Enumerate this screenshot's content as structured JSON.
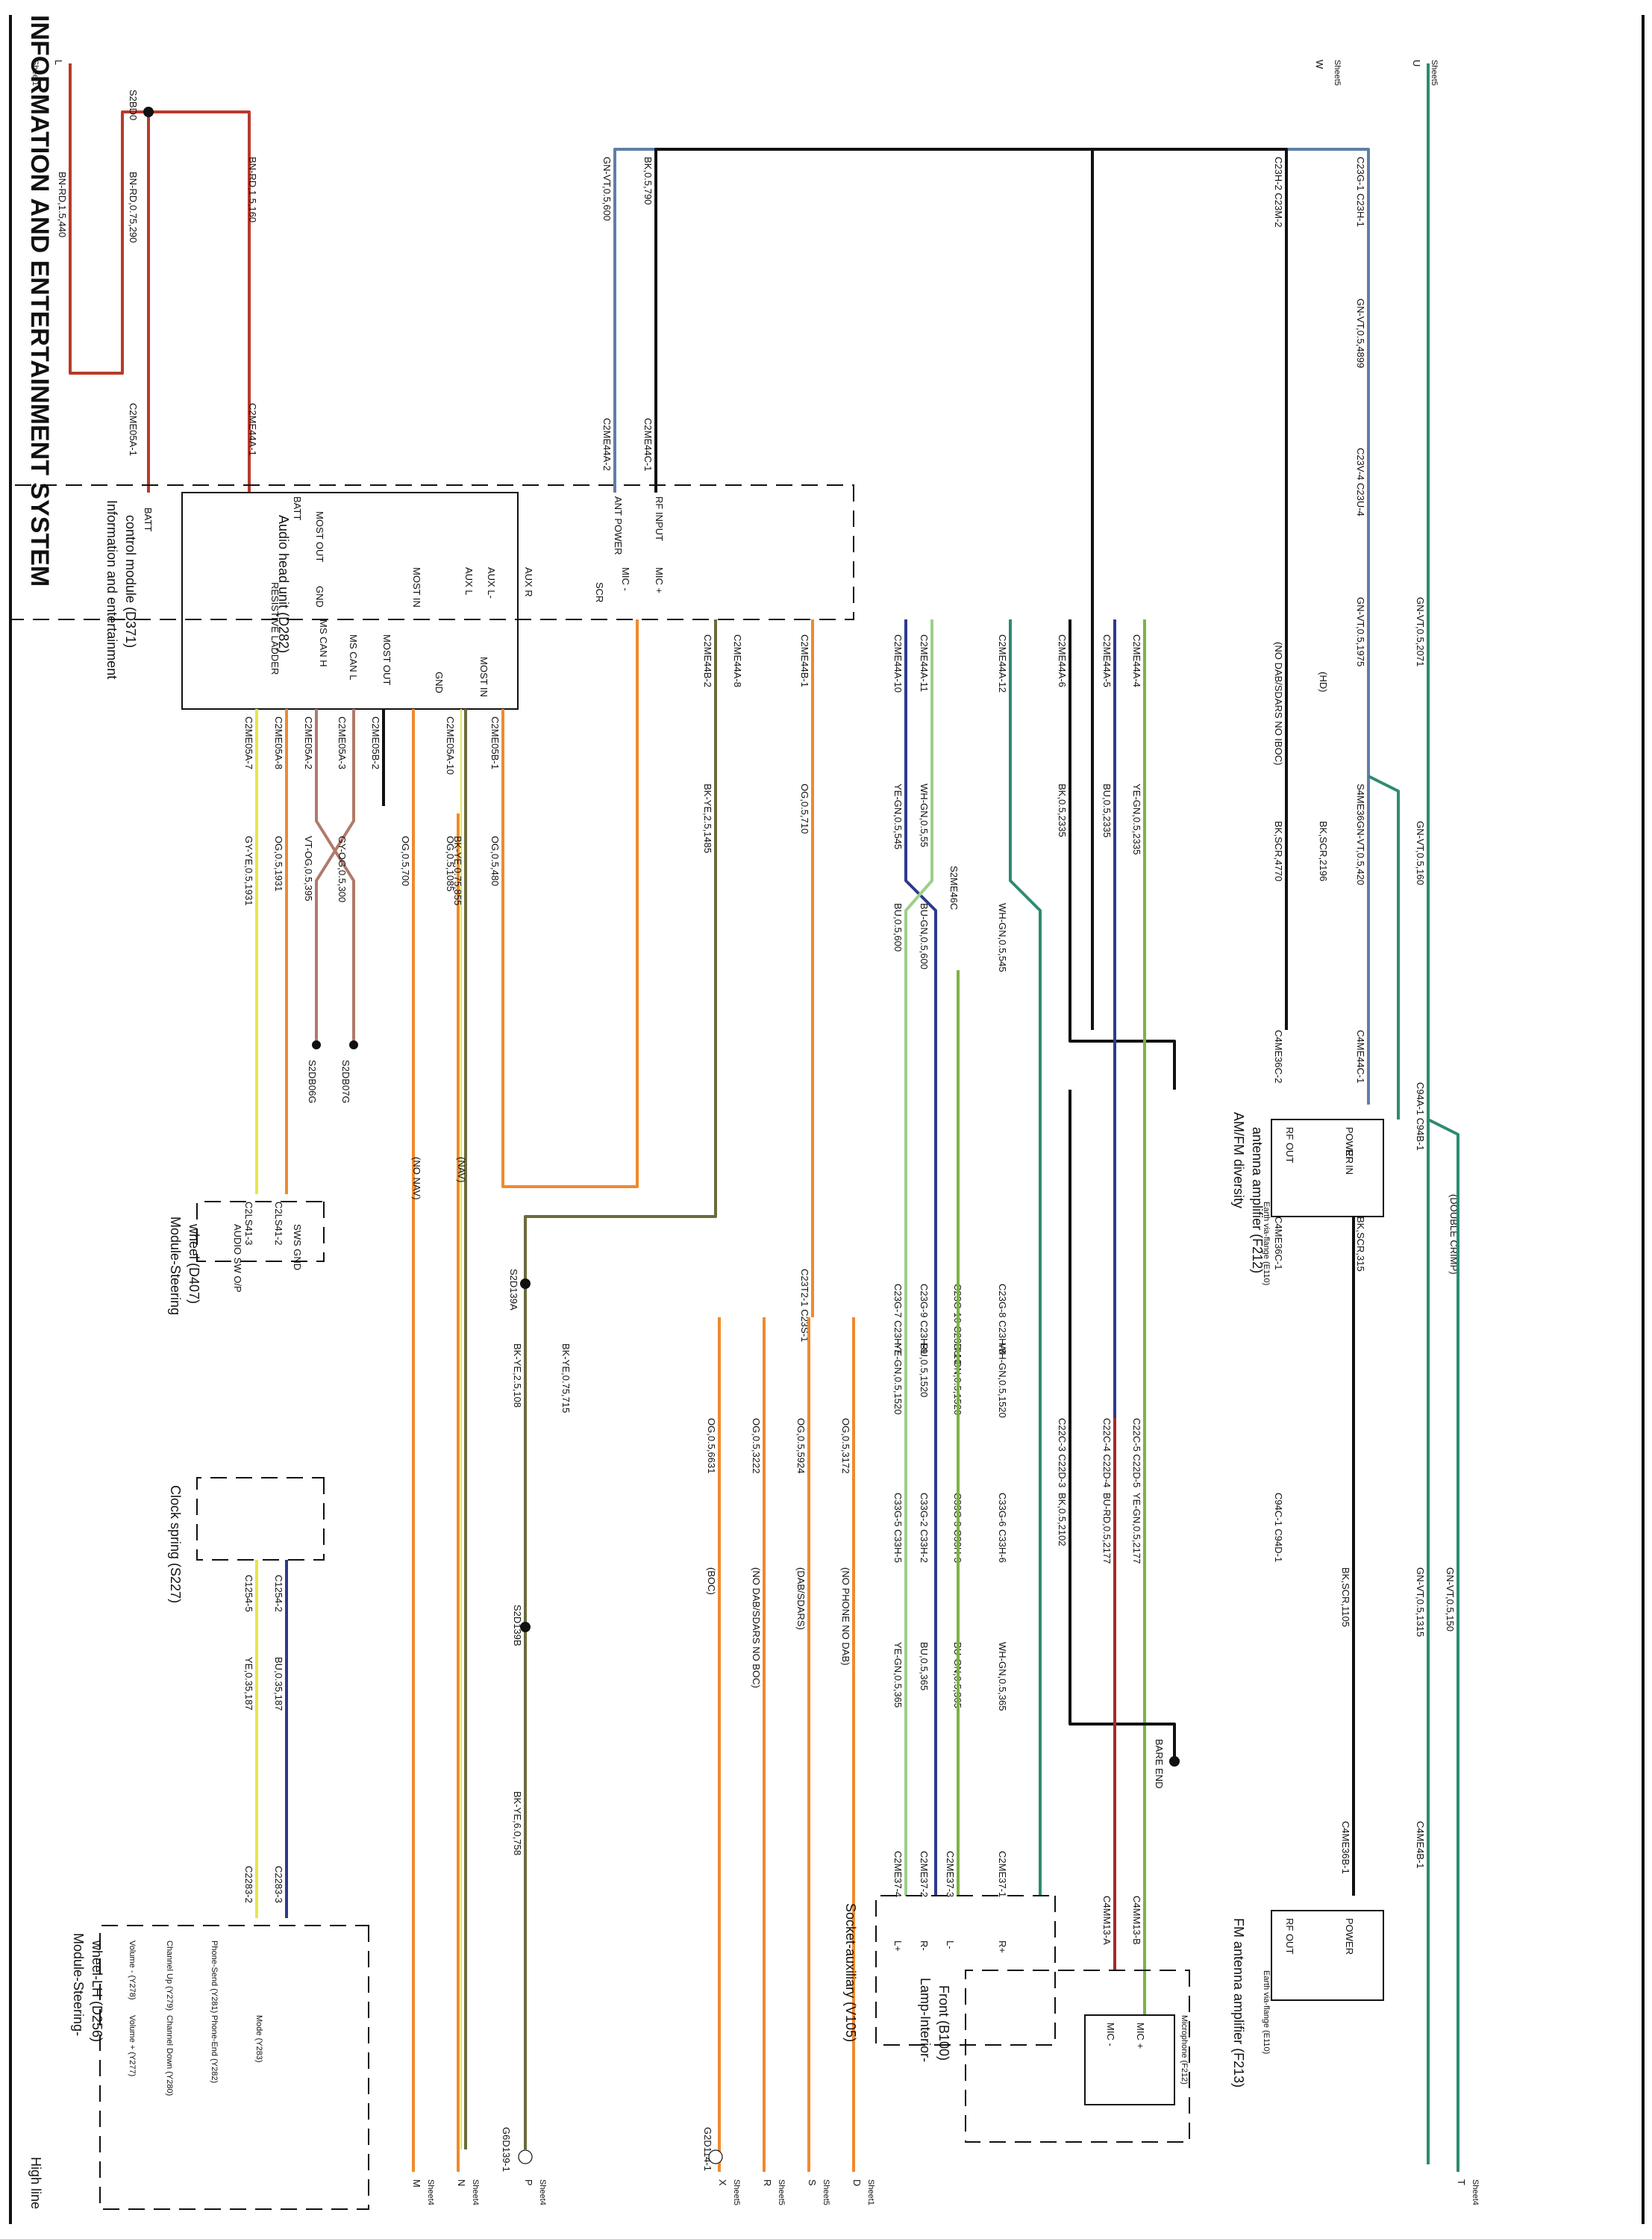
{
  "header": {
    "title": "INFORMATION AND ENTERTAINMENT SYSTEM",
    "variant": "High line"
  },
  "colors": {
    "red": "#b83a2c",
    "orange": "#ef8a2e",
    "yellow": "#e6e64a",
    "black": "#111111",
    "blue": "#2d3a8c",
    "green": "#7cb342",
    "teal": "#2e8b72",
    "lightgreen": "#9ccf8a",
    "brown": "#b07a6a",
    "greyblue": "#5f7fa5",
    "darkred": "#a52a2a"
  },
  "sheet_refs": {
    "L": "L",
    "L_sheet": "Sheet1",
    "W": "W",
    "W_sheet": "Sheet5",
    "U": "U",
    "U_sheet": "Sheet5",
    "M": "M",
    "M_sheet": "Sheet4",
    "N": "N",
    "N_sheet": "Sheet4",
    "P": "P",
    "P_sheet": "Sheet4",
    "X": "X",
    "X_sheet": "Sheet5",
    "R": "R",
    "R_sheet": "Sheet5",
    "S": "S",
    "S_sheet": "Sheet5",
    "D": "D",
    "D_sheet": "Sheet1",
    "T": "T",
    "T_sheet": "Sheet4"
  },
  "components": {
    "d371_title1": "Information and entertainment",
    "d371_title2": "control module (D371)",
    "d371_batt": "BATT",
    "d371_ladder": "RESISTIVE LADDER",
    "d371_mscanh": "MS CAN H",
    "d371_mscanl": "MS CAN L",
    "d371_mostout": "MOST OUT",
    "d371_gnd": "GND",
    "d371_mostin": "MOST IN",
    "d282_title": "Audio head unit (D282)",
    "d282_batt": "BATT",
    "d282_mostout": "MOST OUT",
    "d282_gnd": "GND",
    "d282_mostin": "MOST IN",
    "d282_auxl": "AUX L",
    "d282_auxlm": "AUX L-",
    "d282_auxr": "AUX R",
    "d282_scr": "SCR",
    "d282_micm": "MIC -",
    "d282_micp": "MIC +",
    "d282_antpwr": "ANT POWER",
    "d282_rfin": "RF INPUT",
    "d407_title1": "Module-Steering",
    "d407_title2": "wheel (D407)",
    "d407_audio": "AUDIO SW O/P",
    "d407_gnd": "SWS GND",
    "s227_title": "Clock spring (S227)",
    "d256_title1": "Module-Steering-",
    "d256_title2": "wheel-LH (D256)",
    "sw_volp": "Volume + (Y277)",
    "sw_volm": "Volume - (Y278)",
    "sw_chdn": "Channel Down (Y280)",
    "sw_chup": "Channel Up (Y279)",
    "sw_pend": "Phone-End (Y282)",
    "sw_psend": "Phone-Send (Y281)",
    "sw_mode": "Mode (Y283)",
    "v105_title": "Socket-auxiliary (V105)",
    "v105_lp": "L+",
    "v105_rm": "R-",
    "v105_lm": "L-",
    "v105_rp": "R+",
    "b100_title1": "Lamp-Interior-",
    "b100_title2": "Front (B100)",
    "f212m_title": "Microphone (F212)",
    "mic_m": "MIC -",
    "mic_p": "MIC +",
    "f212_title1": "AM/FM diversity",
    "f212_title2": "antenna amplifier (F212)",
    "f212_rfout": "RF OUT",
    "f212_power": "POWER",
    "f212_rfin": "RF IN",
    "f213_title": "FM antenna amplifier (F213)",
    "f213_rfout": "RF OUT",
    "f213_power": "POWER",
    "earth1": "Earth via-flange (E110)",
    "earth2": "Earth via-flange (E110)",
    "bare_end": "BARE END"
  },
  "wires": [
    {
      "code": "BN-RD,1.5,440"
    },
    {
      "code": "BN-RD,0.75,290"
    },
    {
      "code": "BN-RD,1.5,160"
    },
    {
      "code": "GY-YE,0.5,1931"
    },
    {
      "code": "OG,0.5,1931"
    },
    {
      "code": "VT-OG,0.5,395"
    },
    {
      "code": "GY-OG,0.5,300"
    },
    {
      "code": "OG,0.5,700"
    },
    {
      "code": "OG,0.5,1085"
    },
    {
      "code": "BK-YE,0.75,855"
    },
    {
      "code": "OG,0.5,480"
    },
    {
      "code": "BK-YE,2.5,1485"
    },
    {
      "code": "OG,0.5,710"
    },
    {
      "code": "YE-GN,0.5,545"
    },
    {
      "code": "WH-GN,0.5,55"
    },
    {
      "code": "BU,0.5,600"
    },
    {
      "code": "BU-GN,0.5,600"
    },
    {
      "code": "WH-GN,0.5,545"
    },
    {
      "code": "BK,0.5,2335"
    },
    {
      "code": "BU,0.5,2335"
    },
    {
      "code": "YE-GN,0.5,2335"
    },
    {
      "code": "GN-VT,0.5,600"
    },
    {
      "code": "BK,0.5,790"
    },
    {
      "code": "GN-VT,0.5,4899"
    },
    {
      "code": "GN-VT,0.5,1975"
    },
    {
      "code": "GN-VT,0.5,2071"
    },
    {
      "code": "BK,SCR,4770"
    },
    {
      "code": "BK,SCR,2196"
    },
    {
      "code": "GN-VT,0.5,420"
    },
    {
      "code": "GN-VT,0.5,160"
    },
    {
      "code": "BK-YE,2.5,108"
    },
    {
      "code": "BK-YE,0.75,715"
    },
    {
      "code": "OG,0.5,6631"
    },
    {
      "code": "OG,0.5,3222"
    },
    {
      "code": "OG,0.5,5924"
    },
    {
      "code": "OG,0.5,3172"
    },
    {
      "code": "YE-GN,0.5,1520"
    },
    {
      "code": "BU,0.5,1520"
    },
    {
      "code": "BU-GN,0.5,1520"
    },
    {
      "code": "WH-GN,0.5,1520"
    },
    {
      "code": "BK,0.5,2102"
    },
    {
      "code": "BU-RD,0.5,2177"
    },
    {
      "code": "YE-GN,0.5,2177"
    },
    {
      "code": "BK,SCR,315"
    },
    {
      "code": "YE,0.35,187"
    },
    {
      "code": "BU,0.35,187"
    },
    {
      "code": "BK-YE,6.0,758"
    },
    {
      "code": "YE-GN,0.5,365"
    },
    {
      "code": "BU,0.5,365"
    },
    {
      "code": "BU-GN,0.5,365"
    },
    {
      "code": "WH-GN,0.5,365"
    },
    {
      "code": "BK,SCR,1105"
    },
    {
      "code": "GN-VT,0.5,1315"
    },
    {
      "code": "GN-VT,0.5,150"
    }
  ],
  "connectors": {
    "c_s2bd0": "S2BD0",
    "c_c2me05a1": "C2ME05A-1",
    "c_c2me44a1": "C2ME44A-1",
    "c_c2me05a7": "C2ME05A-7",
    "c_c2me05a8": "C2ME05A-8",
    "c_c2me05a2": "C2ME05A-2",
    "c_c2me05a3": "C2ME05A-3",
    "c_c2me05b2": "C2ME05B-2",
    "c_c2me05a10": "C2ME05A-10",
    "c_c2me05b1": "C2ME05B-1",
    "c_c2me44b2": "C2ME44B-2",
    "c_c2me44a8": "C2ME44A-8",
    "c_c2me44b1": "C2ME44B-1",
    "c_c2me44a10": "C2ME44A-10",
    "c_c2me44a11": "C2ME44A-11",
    "c_c2me44a12": "C2ME44A-12",
    "c_c2me44a6": "C2ME44A-6",
    "c_c2me44a5": "C2ME44A-5",
    "c_c2me44a4": "C2ME44A-4",
    "c_c2me44a2": "C2ME44A-2",
    "c_c2me44c1": "C2ME44C-1",
    "c_c23g1": "C23G-1 C23H-1",
    "c_c23m2": "C23H-2 C23M-2",
    "c_c23v4": "C23V-4 C23U-4",
    "c_s4me36": "S4ME36",
    "c_s2me46c": "S2ME46C",
    "c_s2db06g": "S2DB06G",
    "c_s2db07g": "S2DB07G",
    "c_c4me36c2": "C4ME36C-2",
    "c_c4me44c1": "C4ME44C-1",
    "c_c94a1": "C94A-1 C94B-1",
    "c_c4me36c1": "C4ME36C-1",
    "c_c2ls413": "C2LS41-3",
    "c_c2ls412": "C2LS41-2",
    "c_s2d139a": "S2D139A",
    "c_c23t2": "C23T2-1 C23S-1",
    "c_c23g7": "C23G-7 C23H-7",
    "c_c23g9": "C23G-9 C23H-9",
    "c_c23g10": "C23G-10 C23H-10",
    "c_c23g8": "C23G-8 C23H-8",
    "c_c22c3": "C22C-3 C22D-3",
    "c_c22d4": "C22C-4 C22D-4",
    "c_c22c5": "C22C-5 C22D-5",
    "c_c94c1": "C94C-1 C94D-1",
    "c_c1254_5": "C1254-5",
    "c_c1254_2": "C1254-2",
    "c_c33g5": "C33G-5 C33H-5",
    "c_c33g2": "C33G-2 C33H-2",
    "c_c33g3": "C33G-3 C33H-3",
    "c_c33g6": "C33G-6 C33H-6",
    "c_s2d139b": "S2D139B",
    "c_c22832": "C2283-2",
    "c_c22833": "C2283-3",
    "c_c2me374": "C2ME37-4",
    "c_c2me372": "C2ME37-2",
    "c_c2me373": "C2ME37-3",
    "c_c2me371": "C2ME37-1",
    "c_c4mm13a": "C4MM13-A",
    "c_c4mm13b": "C4MM13-B",
    "c_c4me36b1": "C4ME36B-1",
    "c_c4me4b1": "C4ME4B-1",
    "c_g6d139": "G6D139-1",
    "c_g2d114": "G2D114-1"
  },
  "variants": {
    "no_nav": "(NO NAV)",
    "nav": "(NAV)",
    "boc": "(BOC)",
    "no_dab": "(NO DAB/SDARS NO BOC)",
    "dab": "(DAB/SDARS)",
    "no_phone": "(NO PHONE NO DAB)",
    "no_dab2": "(NO DAB/SDARS NO IBOC)",
    "hd": "(HD)",
    "double_crimp": "(DOUBLE CRIMP)"
  }
}
